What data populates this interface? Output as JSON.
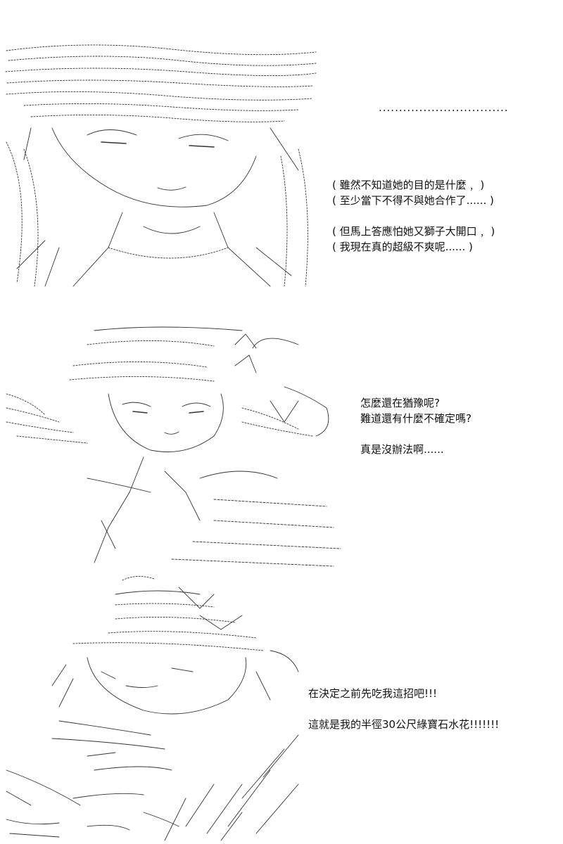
{
  "page": {
    "background": "#ffffff",
    "ink": "#111111"
  },
  "panels": [
    {
      "id": "panel-1",
      "ellipsis": "................................",
      "lines": [
        "( 雖然不知道她的目的是什麼﹐ )",
        "( 至少當下不得不與她合作了...... )",
        "",
        "( 但馬上答應怕她又獅子大開口﹐ )",
        "( 我現在真的超級不爽呢...... )"
      ]
    },
    {
      "id": "panel-2",
      "lines": [
        "怎麼還在猶豫呢?",
        "難道還有什麼不確定嗎?",
        "",
        "真是沒辦法啊......"
      ]
    },
    {
      "id": "panel-3",
      "lines": [
        "在決定之前先吃我這招吧!!!",
        "",
        "這就是我的半徑30公尺綠寶石水花!!!!!!!"
      ]
    }
  ]
}
